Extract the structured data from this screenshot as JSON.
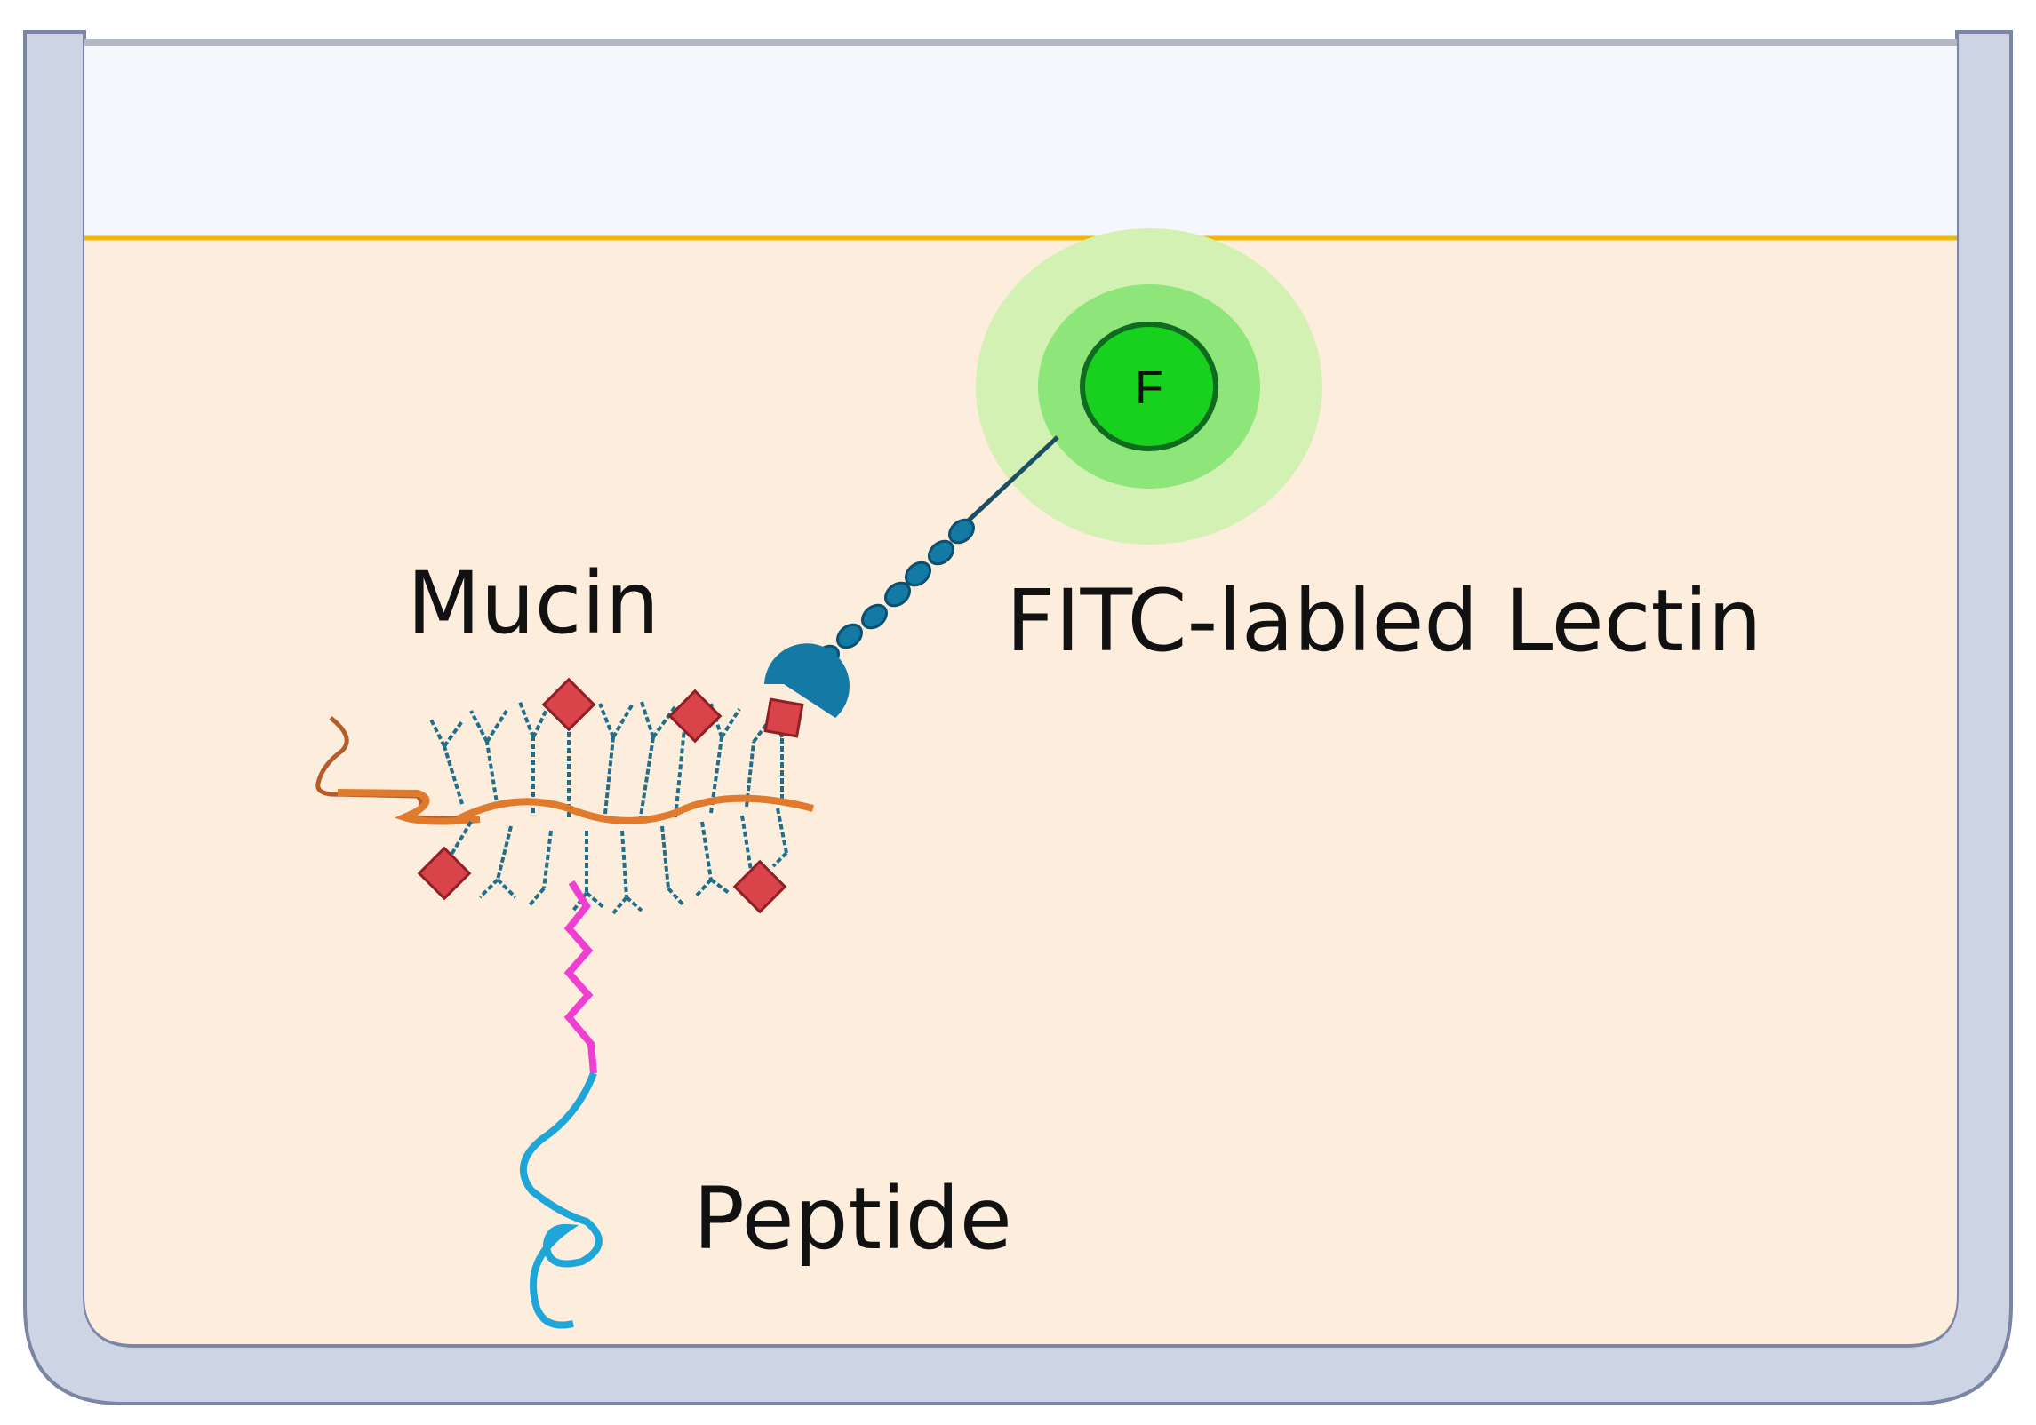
{
  "labels": {
    "mucin": "Mucin",
    "lectin": "FITC-labled Lectin",
    "peptide": "Peptide",
    "fluorophore": "F"
  },
  "colors": {
    "container_wall": "#cdd5e5",
    "container_outline": "#7b86a4",
    "liquid": "#fdeddc",
    "air": "#f4f7fb",
    "meniscus": "#f2b705",
    "glow_outer": "#d4f1b4",
    "glow_inner": "#8ee57a",
    "fluorophore": "#18d11f",
    "lectin": "#137aa6",
    "glycan_branches": "#1f6f8b",
    "sugar_residue": "#d9434a",
    "mucin_backbone": "#e07b2e",
    "peptide_linker": "#ee3fd1",
    "peptide_chain": "#1fa6d9"
  },
  "icons": {
    "fluorophore": "fitc-fluorophore-icon",
    "lectin": "lectin-protein-icon",
    "mucin": "glycoprotein-icon",
    "peptide": "peptide-chain-icon"
  }
}
